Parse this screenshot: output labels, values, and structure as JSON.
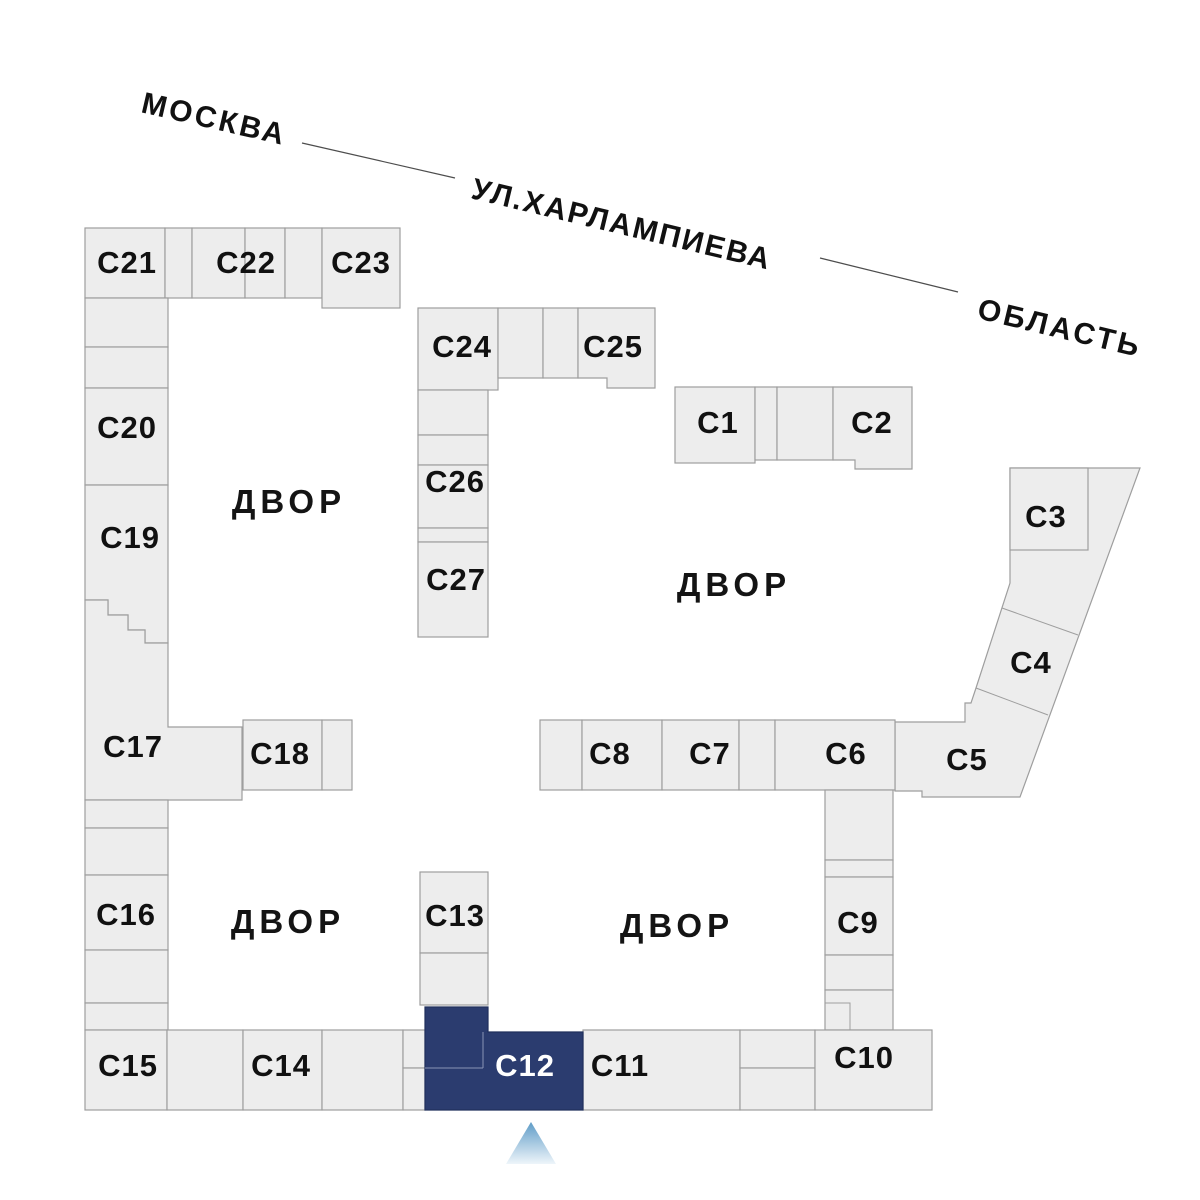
{
  "map": {
    "streets": {
      "city": "МОСКВА",
      "street": "УЛ.ХАРЛАМПИЕВА",
      "region": "ОБЛАСТЬ"
    },
    "courtyard": "ДВОР",
    "selected_building": "С12",
    "buildings": {
      "c1": "С1",
      "c2": "С2",
      "c3": "С3",
      "c4": "С4",
      "c5": "С5",
      "c6": "С6",
      "c7": "С7",
      "c8": "С8",
      "c9": "С9",
      "c10": "С10",
      "c11": "С11",
      "c12": "С12",
      "c13": "С13",
      "c14": "С14",
      "c15": "С15",
      "c16": "С16",
      "c17": "С17",
      "c18": "С18",
      "c19": "С19",
      "c20": "С20",
      "c21": "С21",
      "c22": "С22",
      "c23": "С23",
      "c24": "С24",
      "c25": "С25",
      "c26": "С26",
      "c27": "С27"
    },
    "colors": {
      "building_fill": "#EDEDED",
      "building_border": "#9E9E9E",
      "selected_fill": "#2B3C6F",
      "selected_text": "#FFFFFF",
      "label_text": "#111111",
      "pointer_top": "#5F9CC7",
      "pointer_bottom": "#EEF5FA"
    }
  }
}
